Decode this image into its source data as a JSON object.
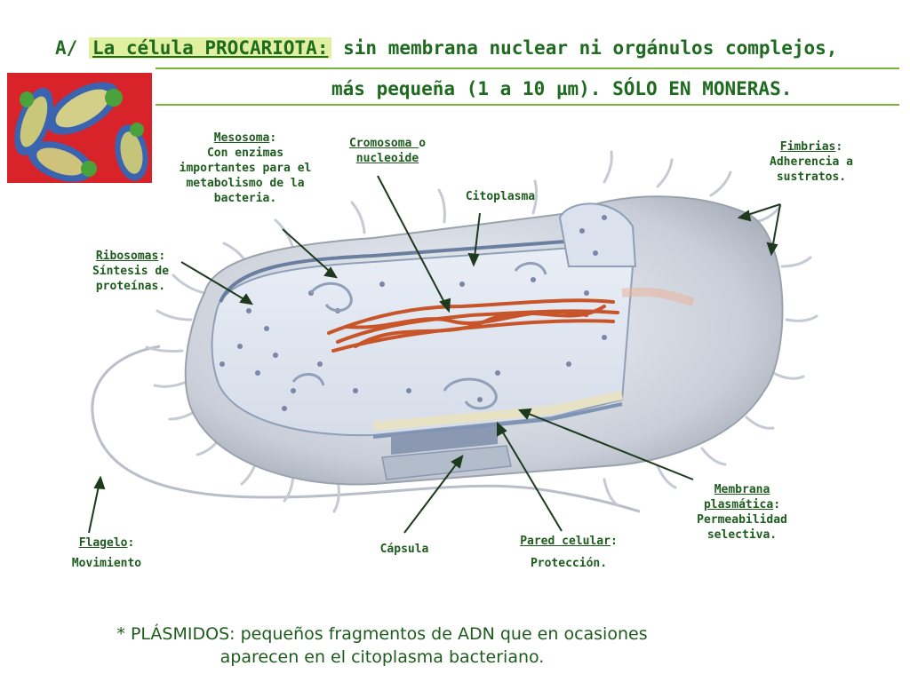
{
  "title": {
    "prefix": "A/",
    "highlight": "La célula PROCARIOTA:",
    "line1_rest": "sin membrana nuclear ni orgánulos complejos,",
    "line2": "más pequeña (1 a 10 µm). SÓLO EN MONERAS."
  },
  "labels": {
    "mesosoma": {
      "name": "Mesosoma",
      "colon": ":",
      "desc": "Con enzimas importantes para el metabolismo de la bacteria."
    },
    "cromosoma": {
      "name": "Cromosoma ",
      "suffix": "o",
      "line2": "nucleoide"
    },
    "citoplasma": {
      "name": "Citoplasma"
    },
    "fimbrias": {
      "name": "Fimbrias",
      "colon": ":",
      "desc": "Adherencia a sustratos."
    },
    "ribosomas": {
      "name": "Ribosomas",
      "colon": ":",
      "desc": "Síntesis de proteínas."
    },
    "membrana": {
      "name1": "Membrana",
      "name2": "plasmática",
      "colon": ":",
      "desc": "Permeabilidad selectiva."
    },
    "flagelo": {
      "name": "Flagelo",
      "colon": ":",
      "desc": "Movimiento"
    },
    "capsula": {
      "name": "Cápsula"
    },
    "pared": {
      "name": "Pared celular",
      "colon": ":",
      "desc": "Protección."
    }
  },
  "note": {
    "line1": "* PLÁSMIDOS: pequeños fragmentos de ADN que en ocasiones",
    "line2": "aparecen en el citoplasma bacteriano."
  },
  "colors": {
    "accent": "#1e6a1e",
    "rule": "#7ab33a",
    "highlight": "#e0f0a0",
    "dna": "#c8552a",
    "micro_bg": "#d8232a"
  }
}
